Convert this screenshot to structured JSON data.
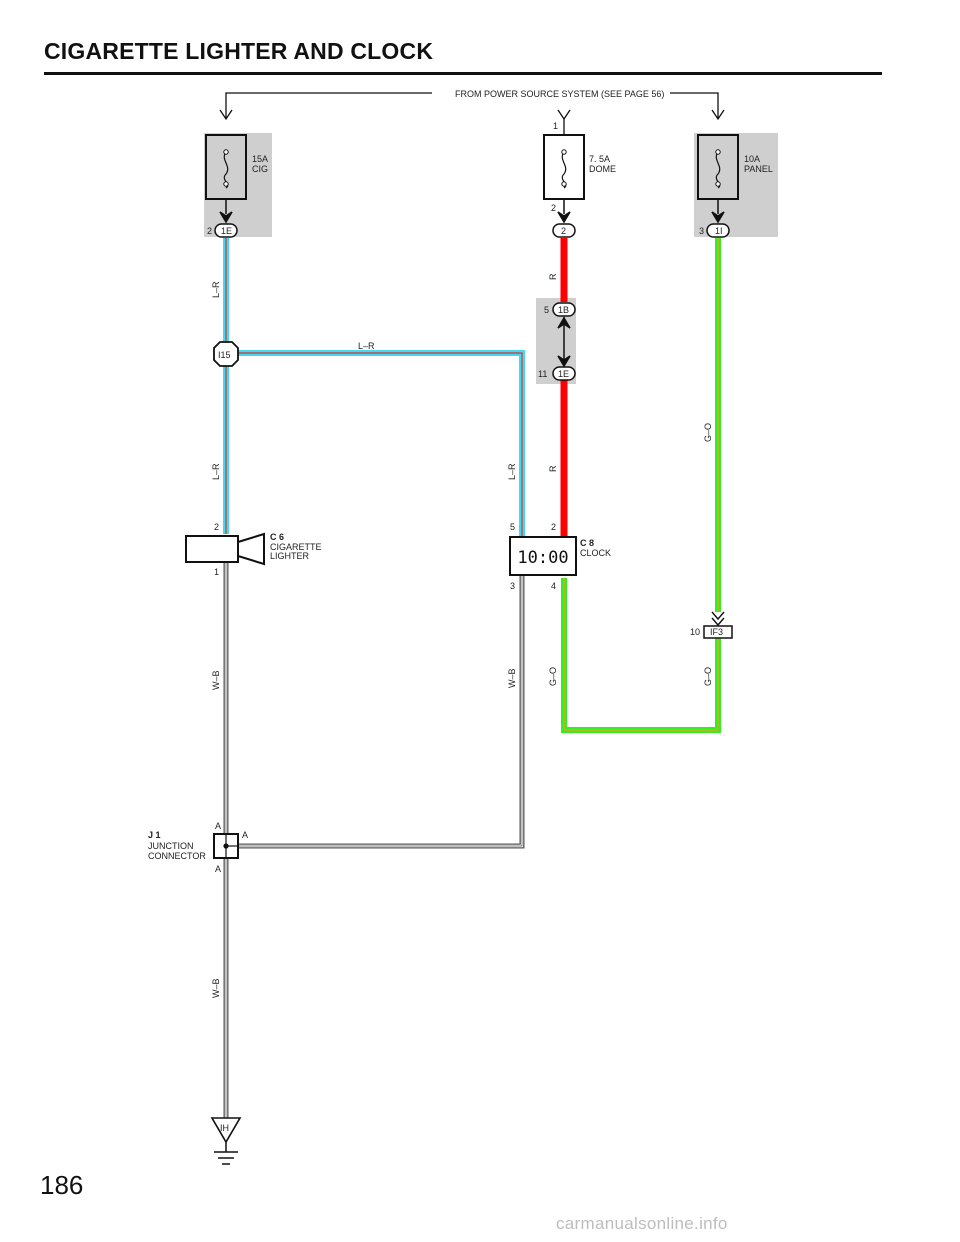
{
  "page": {
    "title": "CIGARETTE LIGHTER AND CLOCK",
    "page_number": "186",
    "watermark": "carmanualsonline.info"
  },
  "power_source": {
    "label": "FROM POWER SOURCE SYSTEM (SEE PAGE 56)"
  },
  "fuses": {
    "cig": {
      "line1": "15A",
      "line2": "CIG"
    },
    "dome": {
      "line1": "7. 5A",
      "line2": "DOME",
      "pin_top": "1",
      "pin_bottom": "2"
    },
    "panel": {
      "line1": "10A",
      "line2": "PANEL"
    }
  },
  "connectors": {
    "cig_out": {
      "pin": "2",
      "code": "1E"
    },
    "dome_out": {
      "code": "2"
    },
    "panel_out": {
      "pin": "3",
      "code": "1I"
    },
    "dome_mid_top": {
      "pin": "5",
      "code": "1B"
    },
    "dome_mid_bottom": {
      "pin": "11",
      "code": "1E"
    },
    "junction_i15": {
      "code": "I15"
    },
    "if3": {
      "pin": "10",
      "code": "IF3"
    },
    "ground": {
      "code": "IH"
    }
  },
  "components": {
    "lighter": {
      "id": "C 6",
      "line1": "CIGARETTE",
      "line2": "LIGHTER",
      "pin_top": "2",
      "pin_bottom": "1"
    },
    "clock": {
      "id": "C 8",
      "name": "CLOCK",
      "display": "10:00",
      "pin_top_left": "5",
      "pin_top_right": "2",
      "pin_bottom_left": "3",
      "pin_bottom_right": "4"
    },
    "junction_connector": {
      "id": "J 1",
      "line1": "JUNCTION",
      "line2": "CONNECTOR",
      "pin_top": "A",
      "pin_right": "A",
      "pin_bottom": "A"
    }
  },
  "wires": {
    "lr_upper": "L–R",
    "lr_horizontal": "L–R",
    "lr_lower_left": "L–R",
    "lr_lower_right": "L–R",
    "r_upper": "R",
    "r_lower": "R",
    "go_upper": "G–O",
    "go_lower_clock": "G–O",
    "go_lower_panel": "G–O",
    "wb_lighter": "W–B",
    "wb_clock": "W–B",
    "wb_ground": "W–B"
  },
  "colors": {
    "wire_lr_base": "#43d9f2",
    "wire_lr_stripe": "#e0332b",
    "wire_r": "#ff0000",
    "wire_go_base": "#33ee22",
    "wire_go_stripe": "#f0a020",
    "wire_wb": "#888888",
    "fuse_box_shade": "#cfcfcf"
  }
}
